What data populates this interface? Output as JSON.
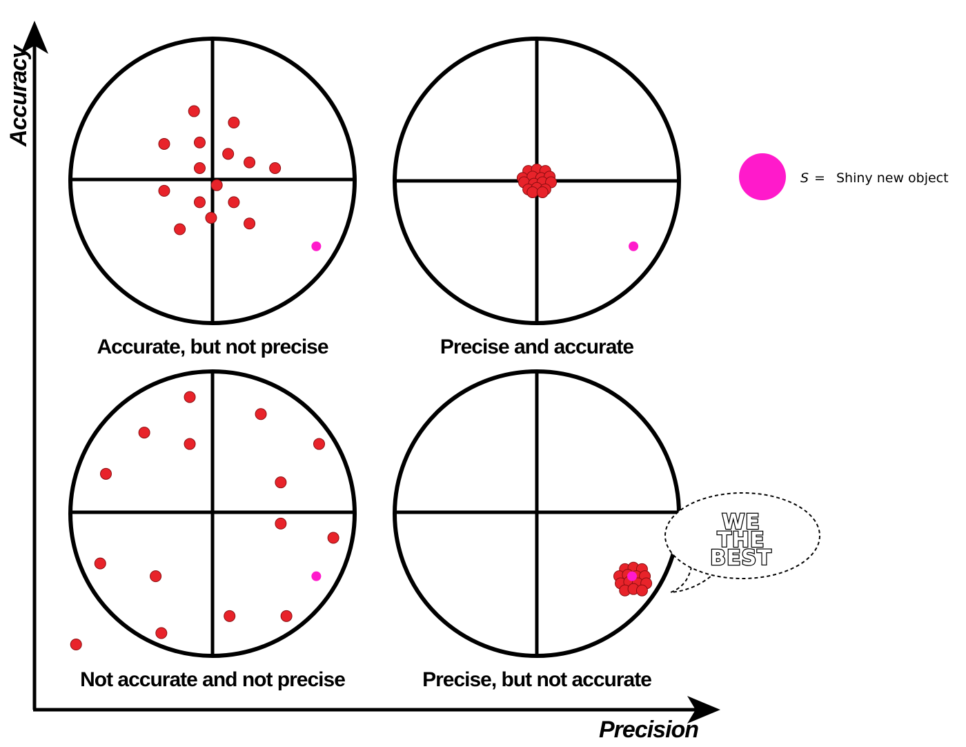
{
  "axes": {
    "y_label": "Accuracy",
    "x_label": "Precision"
  },
  "legend": {
    "symbol": "S",
    "equals": "=",
    "text": "Shiny new object",
    "color": "#ff1acb"
  },
  "colors": {
    "shot": "#e8232a",
    "shot_outline": "#8a0d10",
    "ring": "#000000",
    "shiny": "#ff1acb"
  },
  "targets": [
    {
      "id": "accurate-not-precise",
      "caption": "Accurate, but not precise",
      "shiny": [
        0.73,
        0.46
      ],
      "shots": [
        [
          -0.13,
          -0.49
        ],
        [
          0.15,
          -0.41
        ],
        [
          -0.34,
          -0.26
        ],
        [
          -0.09,
          -0.27
        ],
        [
          0.11,
          -0.19
        ],
        [
          0.26,
          -0.13
        ],
        [
          -0.09,
          -0.09
        ],
        [
          0.44,
          -0.09
        ],
        [
          0.03,
          0.03
        ],
        [
          -0.34,
          0.07
        ],
        [
          -0.09,
          0.15
        ],
        [
          0.15,
          0.15
        ],
        [
          -0.01,
          0.26
        ],
        [
          -0.23,
          0.34
        ],
        [
          0.26,
          0.3
        ]
      ]
    },
    {
      "id": "precise-and-accurate",
      "caption": "Precise and accurate",
      "shiny": [
        0.68,
        0.46
      ],
      "shots": [
        [
          -0.06,
          -0.07
        ],
        [
          0.0,
          -0.08
        ],
        [
          0.06,
          -0.07
        ],
        [
          -0.1,
          -0.02
        ],
        [
          -0.03,
          -0.03
        ],
        [
          0.03,
          -0.02
        ],
        [
          0.09,
          -0.03
        ],
        [
          -0.09,
          0.01
        ],
        [
          -0.02,
          0.02
        ],
        [
          0.04,
          0.01
        ],
        [
          0.1,
          0.01
        ],
        [
          -0.06,
          0.06
        ],
        [
          0.0,
          0.05
        ],
        [
          0.06,
          0.06
        ],
        [
          -0.03,
          0.08
        ],
        [
          0.04,
          0.08
        ]
      ]
    },
    {
      "id": "not-accurate-not-precise",
      "caption": "Not accurate and not precise",
      "shiny": [
        0.73,
        0.44
      ],
      "shots": [
        [
          -0.16,
          -0.82
        ],
        [
          0.34,
          -0.7
        ],
        [
          -0.48,
          -0.57
        ],
        [
          -0.16,
          -0.49
        ],
        [
          0.75,
          -0.49
        ],
        [
          -0.75,
          -0.28
        ],
        [
          0.48,
          -0.22
        ],
        [
          0.48,
          0.07
        ],
        [
          0.85,
          0.17
        ],
        [
          -0.79,
          0.35
        ],
        [
          -0.4,
          0.44
        ],
        [
          0.12,
          0.72
        ],
        [
          0.52,
          0.72
        ],
        [
          -0.36,
          0.84
        ],
        [
          -0.96,
          0.92
        ]
      ]
    },
    {
      "id": "precise-not-accurate",
      "caption": "Precise, but not accurate",
      "shiny": [
        0.67,
        0.44
      ],
      "shots": [
        [
          0.62,
          0.39
        ],
        [
          0.68,
          0.38
        ],
        [
          0.74,
          0.39
        ],
        [
          0.58,
          0.44
        ],
        [
          0.64,
          0.43
        ],
        [
          0.7,
          0.44
        ],
        [
          0.76,
          0.44
        ],
        [
          0.59,
          0.49
        ],
        [
          0.65,
          0.48
        ],
        [
          0.71,
          0.49
        ],
        [
          0.77,
          0.49
        ],
        [
          0.62,
          0.54
        ],
        [
          0.68,
          0.53
        ],
        [
          0.74,
          0.54
        ]
      ]
    }
  ],
  "bubble": {
    "lines": [
      "WE",
      "THE",
      "BEST"
    ]
  }
}
